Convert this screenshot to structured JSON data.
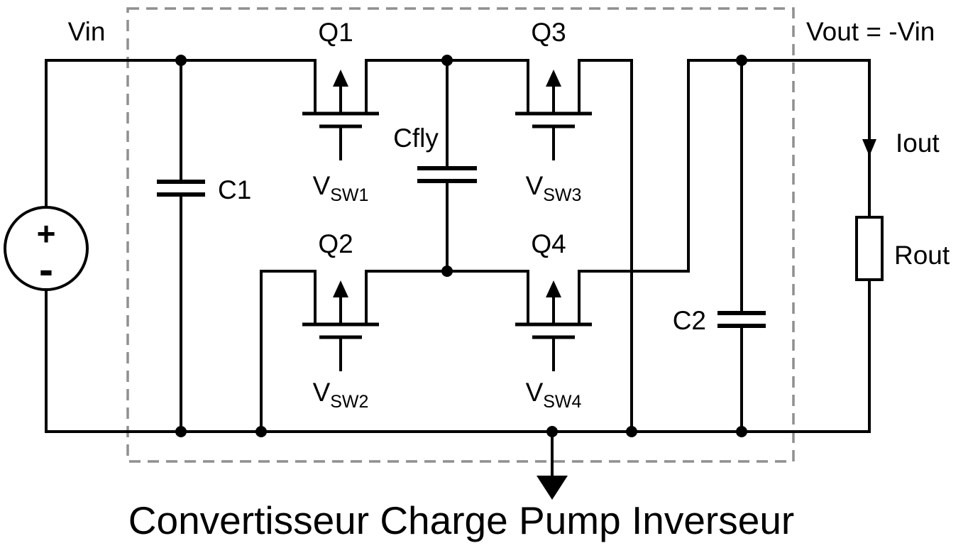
{
  "diagram": {
    "type": "circuit-schematic",
    "title": "Convertisseur Charge Pump Inverseur",
    "labels": {
      "vin": "Vin",
      "vout": "Vout = -Vin",
      "iout": "Iout",
      "rout": "Rout",
      "c1": "C1",
      "cfly": "Cfly",
      "c2": "C2",
      "q1": "Q1",
      "q2": "Q2",
      "q3": "Q3",
      "q4": "Q4",
      "vsw1": {
        "base": "V",
        "sub": "SW1"
      },
      "vsw2": {
        "base": "V",
        "sub": "SW2"
      },
      "vsw3": {
        "base": "V",
        "sub": "SW3"
      },
      "vsw4": {
        "base": "V",
        "sub": "SW4"
      },
      "plus": "+",
      "minus": "-"
    },
    "colors": {
      "wire": "#000000",
      "dashed_box": "#8f8f8f",
      "background": "#ffffff"
    },
    "components": [
      {
        "id": "Vin",
        "kind": "voltage-source"
      },
      {
        "id": "C1",
        "kind": "capacitor"
      },
      {
        "id": "Q1",
        "kind": "mosfet-switch",
        "gate_signal": "VSW1"
      },
      {
        "id": "Q2",
        "kind": "mosfet-switch",
        "gate_signal": "VSW2"
      },
      {
        "id": "Q3",
        "kind": "mosfet-switch",
        "gate_signal": "VSW3"
      },
      {
        "id": "Q4",
        "kind": "mosfet-switch",
        "gate_signal": "VSW4"
      },
      {
        "id": "Cfly",
        "kind": "flying-capacitor"
      },
      {
        "id": "C2",
        "kind": "capacitor"
      },
      {
        "id": "Rout",
        "kind": "resistor-load"
      },
      {
        "id": "GND",
        "kind": "ground"
      }
    ]
  }
}
